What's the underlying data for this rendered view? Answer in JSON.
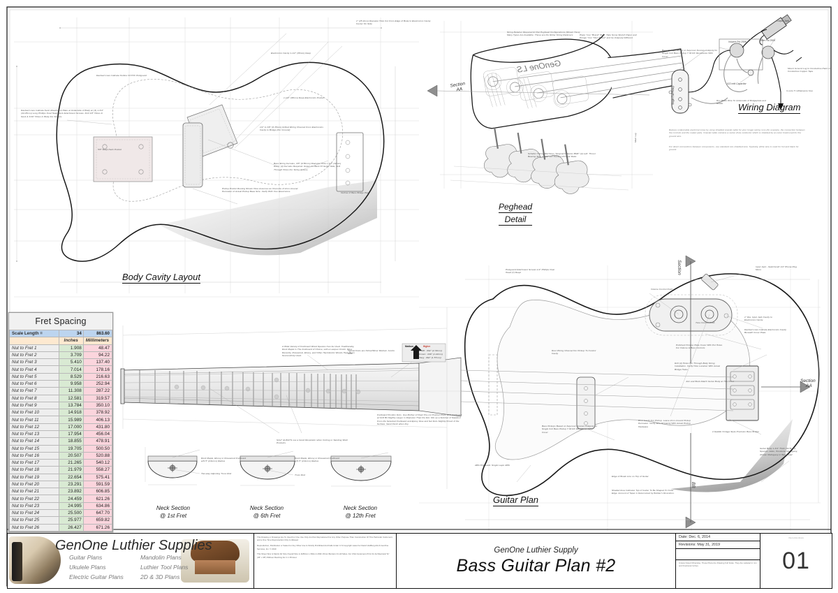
{
  "sheet": {
    "views": [
      {
        "name": "body-cavity-layout",
        "label": "Body Cavity Layout"
      },
      {
        "name": "peghead-detail",
        "label_line1": "Peghead",
        "label_line2": "Detail"
      },
      {
        "name": "wiring-diagram",
        "label": "Wiring Diagram"
      },
      {
        "name": "guitar-plan",
        "label": "Guitar Plan"
      }
    ],
    "neck_sections": [
      {
        "line1": "Neck Section",
        "line2": "@ 1st Fret"
      },
      {
        "line1": "Neck Section",
        "line2": "@ 6th Fret"
      },
      {
        "line1": "Neck Section",
        "line2": "@ 12th Fret"
      }
    ],
    "section_marks": [
      {
        "line1": "Section",
        "line2": "AA"
      },
      {
        "line1": "Section",
        "line2": "AA"
      },
      {
        "line1": "Section",
        "line2": "BB"
      }
    ],
    "peghead_brand": "GenOne LS"
  },
  "fret_table": {
    "caption": "Fret Spacing",
    "scale_row": {
      "label": "Scale Length =",
      "inches": "34",
      "mm": "863.60"
    },
    "units_row": {
      "label": "",
      "inches": "Inches",
      "mm": "Millimeters"
    },
    "rows": [
      {
        "label": "Nut to Fret 1",
        "inches": "1.908",
        "mm": "48.47"
      },
      {
        "label": "Nut to Fret 2",
        "inches": "3.709",
        "mm": "94.22"
      },
      {
        "label": "Nut to Fret 3",
        "inches": "5.410",
        "mm": "137.40"
      },
      {
        "label": "Nut to Fret 4",
        "inches": "7.014",
        "mm": "178.16"
      },
      {
        "label": "Nut to Fret 5",
        "inches": "8.529",
        "mm": "216.63"
      },
      {
        "label": "Nut to Fret 6",
        "inches": "9.958",
        "mm": "252.94"
      },
      {
        "label": "Nut to Fret 7",
        "inches": "11.308",
        "mm": "287.22"
      },
      {
        "label": "Nut to Fret 8",
        "inches": "12.581",
        "mm": "319.57"
      },
      {
        "label": "Nut to Fret 9",
        "inches": "13.784",
        "mm": "350.10"
      },
      {
        "label": "Nut to Fret 10",
        "inches": "14.918",
        "mm": "378.92"
      },
      {
        "label": "Nut to Fret 11",
        "inches": "15.989",
        "mm": "406.13"
      },
      {
        "label": "Nut to Fret 12",
        "inches": "17.000",
        "mm": "431.80"
      },
      {
        "label": "Nut to Fret 13",
        "inches": "17.954",
        "mm": "456.04"
      },
      {
        "label": "Nut to Fret 14",
        "inches": "18.855",
        "mm": "478.91"
      },
      {
        "label": "Nut to Fret 15",
        "inches": "19.705",
        "mm": "500.50"
      },
      {
        "label": "Nut to Fret 16",
        "inches": "20.507",
        "mm": "520.88"
      },
      {
        "label": "Nut to Fret 17",
        "inches": "21.265",
        "mm": "540.12"
      },
      {
        "label": "Nut to Fret 18",
        "inches": "21.979",
        "mm": "558.27"
      },
      {
        "label": "Nut to Fret 19",
        "inches": "22.654",
        "mm": "575.41"
      },
      {
        "label": "Nut to Fret 20",
        "inches": "23.291",
        "mm": "591.59"
      },
      {
        "label": "Nut to Fret 21",
        "inches": "23.892",
        "mm": "606.85"
      },
      {
        "label": "Nut to Fret 22",
        "inches": "24.459",
        "mm": "621.26"
      },
      {
        "label": "Nut to Fret 23",
        "inches": "24.995",
        "mm": "634.86"
      },
      {
        "label": "Nut to Fret 24",
        "inches": "25.500",
        "mm": "647.70"
      },
      {
        "label": "Nut to Fret 25",
        "inches": "25.977",
        "mm": "659.82"
      },
      {
        "label": "Nut to Fret 26",
        "inches": "26.427",
        "mm": "671.26"
      }
    ]
  },
  "notes": {
    "body": [
      {
        "name": "note-neck-attachment",
        "text": "Dashed Lines Indicate Neck Attachment Plate at Underside of Body w/ (3) 1-3/4\" (44.45mm) Long Phillips Oval Head Neck Attachment Screws.  Drill 1/8\" Holes In Neck & 3/16\" Holes In Body For Screws."
      },
      {
        "name": "note-neck-pocket",
        "text": "5/8\" Deep Neck Pocket"
      },
      {
        "name": "note-pvc-pickguard",
        "text": "Dashed Lines Indicate Outline Of PVC Pickguard"
      },
      {
        "name": "note-electronics-cavity-depth",
        "text": "Electronics Cavity 1-1/2\" (38mm) Deep"
      },
      {
        "name": "note-side-jack-hole",
        "text": "1\" (25.4mm) Diameter Hole Cut From Edge of Body to Electronics Cavity Center On Side."
      },
      {
        "name": "note-electronics-pocket",
        "text": "1-1/2\" (38mm) Deep Electronics Pocket"
      },
      {
        "name": "note-wiring-channel",
        "text": "1/4\" to 3/8\" (6.35mm) Drilled Wiring Channel From Electronics Cavity to Bridge (For Ground)"
      },
      {
        "name": "note-bass-string-ferrules",
        "text": "Bass String Ferrules, 3/8\" (9.50mm) Diameter Hole x 1/2\" (12mm) Deep. (4) Ferrules Required. Drawn As Back Of Guitar Side, Drill Through Holes For String Access."
      },
      {
        "name": "note-pickup-pocket-routing",
        "text": "Pickup Pocket Routing Shown Here Assumes an Oversize of 2mm Around Perimeter of Actual Pickup Base Size. Verify With Your Electronics."
      },
      {
        "name": "note-bass-bridge-plate",
        "text": "Outline of Bass Bridge Plate"
      }
    ],
    "peghead": [
      {
        "name": "note-string-retainer",
        "text": "String Retainer Required At Flat Peghead Configurations (Shown Here) Many Types Are Available. These are the Roller String Retainers"
      },
      {
        "name": "note-brand",
        "text": "Place Your \"Brand\" Here. Take Some Sketch Paper and Design Your \"Own Brand\" and be Uniquely Different."
      },
      {
        "name": "note-tuning-machines",
        "text": "Schaller  Tuning Machines \"Original F-Series BMF\" (4) Left. Thrust Bearing Size = .669\" (17.5mm) 1:20 Gear Ratio"
      },
      {
        "name": "note-main-leg",
        "text": "Main Leg"
      }
    ],
    "wiring": [
      {
        "name": "note-output-jack",
        "text": "Output Jack"
      },
      {
        "name": "note-volume-pot",
        "text": "Volume Pot 250K"
      },
      {
        "name": "note-tone-pot",
        "text": "Tone Pot 250K"
      },
      {
        "name": "note-capacitor",
        "text": ".022 mfd Capacitor"
      },
      {
        "name": "note-single-coil-pickup",
        "text": "Single Coil Pickup"
      },
      {
        "name": "note-bass-pickups-spec",
        "text": "Bass Pickups Based on Seymour Duncan Antiquity for Single Coil Bass Pickup 7.30 DC Resistance With Cover"
      },
      {
        "name": "note-ground-lug",
        "text": "Mount Ground Lug to Conductive Paint or Conductive Copper Tape"
      },
      {
        "name": "note-inline-fuse",
        "text": "In-Line 5 milliampere fuse"
      },
      {
        "name": "note-black-wire",
        "text": "Run Black Wire To Underside of Bridgeplate and Solder"
      },
      {
        "name": "note-noise-reduction",
        "text": "Reduce undesirable electrical noise by using shielded coaxial cable for your longer wiring runs (for example, the connection between the controls and the output jack). Coaxial cable contains a center (hot) conductor which is shielded by an outer braid used for the ground wire."
      },
      {
        "name": "note-connections",
        "text": "For direct connections between components, use standard non-shielded wire. Typically, white wire is used for hot and black for ground."
      }
    ],
    "neck": [
      {
        "name": "note-fretboard-species",
        "text": "A Wide Variety of Fretboard Wood Species Can be Used. Traditionally, Rock Maple Is The Fretboard of Choice, with a Lacquer Finish. More Recently, Rosewood, Ebony, and Other Hard Exotic Woods Have Been Successfully Used."
      },
      {
        "name": "note-fret-wire",
        "text": "Typical Frets are Nickel/Silver Medium Jumbo Size."
      },
      {
        "name": "note-position-dots",
        "text": "Fretboard Position Dots. Use Mother of Pearl Pre-cut Position Dots. Drill Fretboard w/ Drill Bit Slightly Larger in Diameter Than the Dot. Mix up a Solution of Sawdust From the Selected Fretboard and Epoxy Glue and Set Dots Slightly Proud of the Surface. Sand Flush when Dry."
      },
      {
        "name": "note-respirator",
        "text": "Note* ALWAYS use a Good Respirator when Cutting or Sanding Shell Products."
      },
      {
        "name": "note-truss-rod-1",
        "text": "Rock Maple, Ebony or Rosewood Fretboard w/9.5\" (241mm) Radius"
      },
      {
        "name": "note-truss-rod-2",
        "text": "Two-way Adjusting Truss Rod"
      },
      {
        "name": "note-truss-rod-3",
        "text": "Rock Maple, Ebony or Rosewood Fretboard w/9.5\" (241mm) Radius"
      },
      {
        "name": "note-truss-rod-4",
        "text": "Truss Rod"
      },
      {
        "name": "note-fret-wire-legend-med",
        "text": "Medium"
      },
      {
        "name": "note-fret-wire-legend-high",
        "text": "Higher"
      },
      {
        "name": "note-fret-wire-width",
        "text": "Width: .092\" (2.34mm)"
      },
      {
        "name": "note-fret-wire-crown",
        "text": "Crown: .046\" (1.22mm)"
      },
      {
        "name": "note-fret-wire-tang",
        "text": "Tang: .062\" (1.57mm)"
      }
    ],
    "plan": [
      {
        "name": "note-pickguard-screws",
        "text": "Pickguard Attachment Screws 1/2\" Phillips Oval Head (7) Reqd."
      },
      {
        "name": "note-volume-knob",
        "text": "Volume Control Knob"
      },
      {
        "name": "note-tone-knob",
        "text": "Tone Control Knob"
      },
      {
        "name": "note-input-jack",
        "text": "Input Jack - Switchcraft 1/4\" Phone Plug Mono"
      },
      {
        "name": "note-input-jack-cavity",
        "text": "1\" Dia. Input Jack Cavity to Electronics Cavity"
      },
      {
        "name": "note-cover-plate-dashed",
        "text": "Dashed Lines Indicate Electronics Cavity Beneath Cover Plate"
      },
      {
        "name": "note-chrome-plate",
        "text": "Polished Chrome Plate Cover With Pot Holes For Volume & Bass Controls"
      },
      {
        "name": "note-through-body-holes",
        "text": "Drill (4) Holes For Through-Body String Installation. Verify Hole Location With Actual Bridge Holes."
      },
      {
        "name": "note-book-match",
        "text": "Join and Book-Match Guitar Body at This Point"
      },
      {
        "name": "note-routing-channel",
        "text": "Rout Wiring Channel For Pickup To Control Cavity"
      },
      {
        "name": "note-pickup-seymour",
        "text": "Rout Cavity For Pickup. Leave 2mm Around Pickup Perimeter. Verify Size Of Cavity With Actual Pickup Hardware"
      },
      {
        "name": "note-pickup-spec-plan",
        "text": "Bass Pickups Based on Seymour Duncan Antiquity for Single Coil Bass Pickup 7.30 DC Resistance With Cover"
      },
      {
        "name": "note-bridge",
        "text": "2-Saddle Vintage Style Precision Bass Bridge"
      },
      {
        "name": "note-guitar-body-spec",
        "text": "Guitar Body 1-3/4\" Thick (44.5mm). Species: Alder, Honduras Mahogany, African Mahogany or Basswood"
      },
      {
        "name": "note-abs-pickguard",
        "text": "ABS Pickguard. Single Layer ABS"
      },
      {
        "name": "note-break-line",
        "text": "Edge of Break Line on Top of Guitar"
      },
      {
        "name": "note-shaded-taper",
        "text": "Shaded Area Indicates Top of Guitar To Be Shaped To Outer Edge. Amount of Taper is Determined by Builder's Discretion."
      }
    ]
  },
  "title_block": {
    "logo": {
      "wordmark": "GenOne Luthier Supplies",
      "products": [
        "Guitar Plans",
        "Mandolin Plans",
        "Ukulele Plans",
        "Luthier Tool Plans",
        "Electric Guitar Plans",
        "2D & 3D Plans"
      ]
    },
    "legal": [
      "This Drawing or Drawings Are To Used For One Use Only And Not Reproduced For Any Other Purpose Than Construction Of This Particular Instrument, and a One Time Reproduction Only is Allowed",
      "Reproduction, Distribution or Sales For Any Other Use Is Strictly Prohibited And Falls Under U.S Copyright Laws For David VanBurg AIA & GenOne Services, Inc. © 2019",
      "This Sheet Size Is Metric A0 Size Overall Size is 1189mm x 841mm With 15mm Borders On All Sides. For USA Customers Print On Architectural \"E\" (36\" x 48\") Without Resizing For 1:1 Printout"
    ],
    "subtitle": "GenOne Luthier Supply",
    "title": "Bass Guitar Plan #2",
    "date": "Date: Dec. 6, 2014",
    "revisions": "Revisions: May 31, 2019",
    "scale_note": "Unless Noted Otherwise, These Plans Are Drawing Full Scale. They Are Labeled in mm and Fractional Inches.",
    "sheet_caption": "01precisionbass",
    "sheet_number": "01"
  },
  "colors": {
    "paper": "#ffffff",
    "line": "#222222",
    "thin_line": "#9a9a9a",
    "table_header": "#bcd4ef",
    "table_inches": "#d9ead3",
    "table_mm": "#fbd5dd",
    "table_units": "#fde9d0",
    "shade": "#cfcfcf"
  }
}
